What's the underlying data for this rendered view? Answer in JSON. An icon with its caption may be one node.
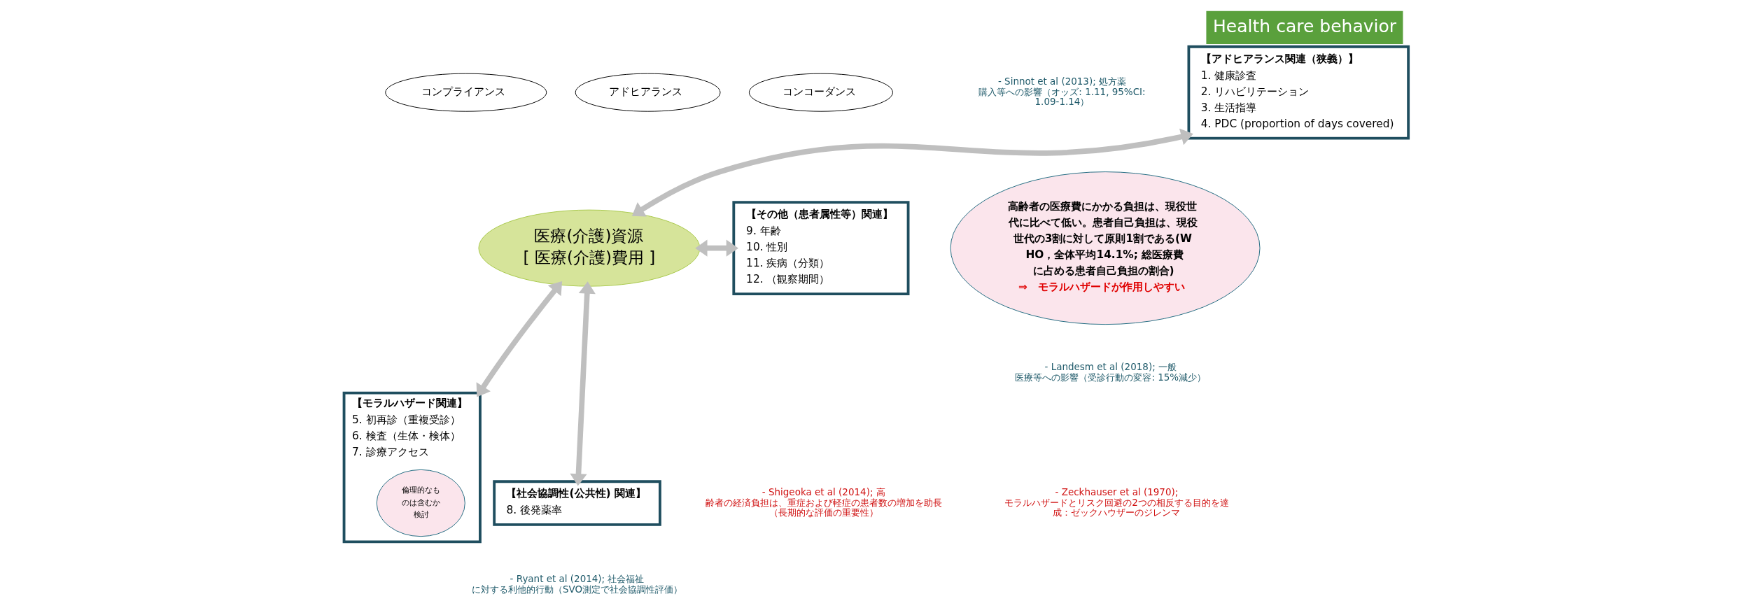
{
  "diagram": {
    "title": "Health care behavior",
    "nodes": [
      {
        "text": [
          "【アドヒアランス関連（狭義）】",
          "1. 健康診査",
          "2. リハビリテーション",
          "3. 生活指導",
          "4. PDC (proportion of days covered)"
        ]
      },
      {
        "text": [
          "コンプライアンス"
        ]
      },
      {
        "text": [
          "アドヒアランス"
        ]
      },
      {
        "text": [
          "コンコーダンス"
        ]
      },
      {
        "text": [
          "高齢者の医療費にかかる負担は、現役世代に比べて低い。患者自己負担は、現役世代の3割に対して原則1割である(WHO，全体平均14.1%; 総医療費に占める患者自己負担の割合)",
          "⇒　モラルハザードが作用しやすい"
        ]
      },
      {
        "text": [
          "医療(介護)資源",
          "[ 医療(介護)費用 ]"
        ]
      },
      {
        "text": [
          "【その他（患者属性等）関連】",
          "9. 年齢",
          "10. 性別",
          "11. 疾病（分類）",
          "12. （観察期間）"
        ]
      },
      {
        "text": [
          "【モラルハザード関連】",
          "5. 初再診（重複受診）",
          "6. 検査（生体・検体）",
          "7. 診療アクセス"
        ]
      },
      {
        "text": [
          "倫理的なものは含むか検討"
        ],
        "in": 7
      },
      {
        "text": [
          "【社会協調性(公共性) 関連】",
          "8. 後発薬率"
        ]
      }
    ],
    "edges": [
      {
        "from": 5,
        "to": 0,
        "arrow": "both"
      },
      {
        "from": 5,
        "to": 6,
        "arrow": "both"
      },
      {
        "from": 5,
        "to": 7,
        "arrow": "both"
      },
      {
        "from": 5,
        "to": 9,
        "arrow": "both"
      }
    ],
    "labels": [
      "- Sinnot et al (2013); 処方薬購入等への影響（オッズ: 1.11, 95%CI: 1.09-1.14）",
      "- Landesm et al (2018); 一般医療等への影響（受診行動の変容: 15%減少）",
      "- Zeckhauser et al (1970); モラルハザードとリスク回避の2つの相反する目的を達成：ゼックハウザーのジレンマ",
      "- Shigeoka et al (2014); 高齢者の経済負担は、重症および軽症の患者数の増加を助長（長期的な評価の重要性）",
      "- Ryant et al (2014); 社会福祉に対する利他的行動（SVO測定で社会協調性評価）"
    ]
  }
}
